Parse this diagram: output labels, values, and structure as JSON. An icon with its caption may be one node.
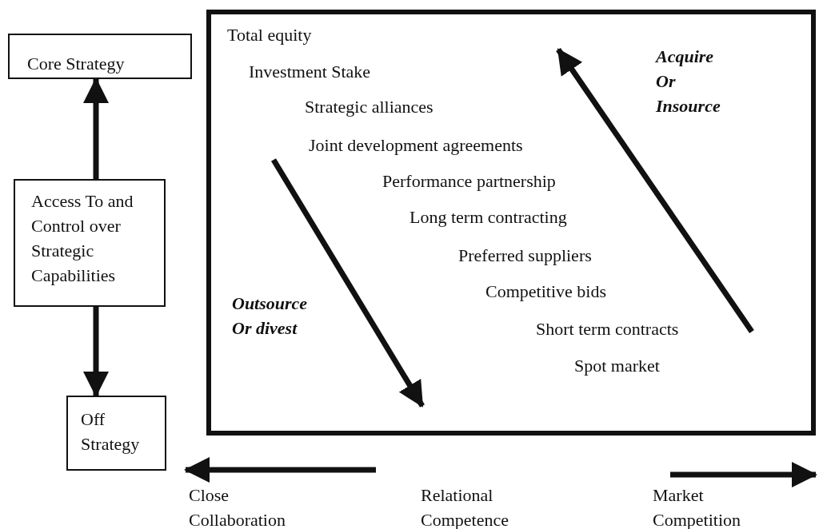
{
  "diagram": {
    "nodes": [
      {
        "text": [
          "Core Strategy"
        ]
      },
      {
        "text": [
          "Access To and Control over Strategic Capabilities"
        ]
      },
      {
        "text": [
          "Off Strategy"
        ]
      },
      {
        "text": [],
        "shape": "box"
      }
    ],
    "edges": [
      {
        "from": 1,
        "to": 0,
        "arrow": "to"
      },
      {
        "from": 1,
        "to": 2,
        "arrow": "to"
      }
    ],
    "labels": [
      "Total equity",
      "Investment Stake",
      "Strategic alliances",
      "Joint development agreements",
      "Performance partnership",
      "Long term contracting",
      "Preferred suppliers",
      "Competitive bids",
      "Short term contracts",
      "Spot market",
      "Acquire Or Insource",
      "Outsource Or divest",
      "Close Collaboration",
      "Relational Competence",
      "Market Competition"
    ]
  }
}
